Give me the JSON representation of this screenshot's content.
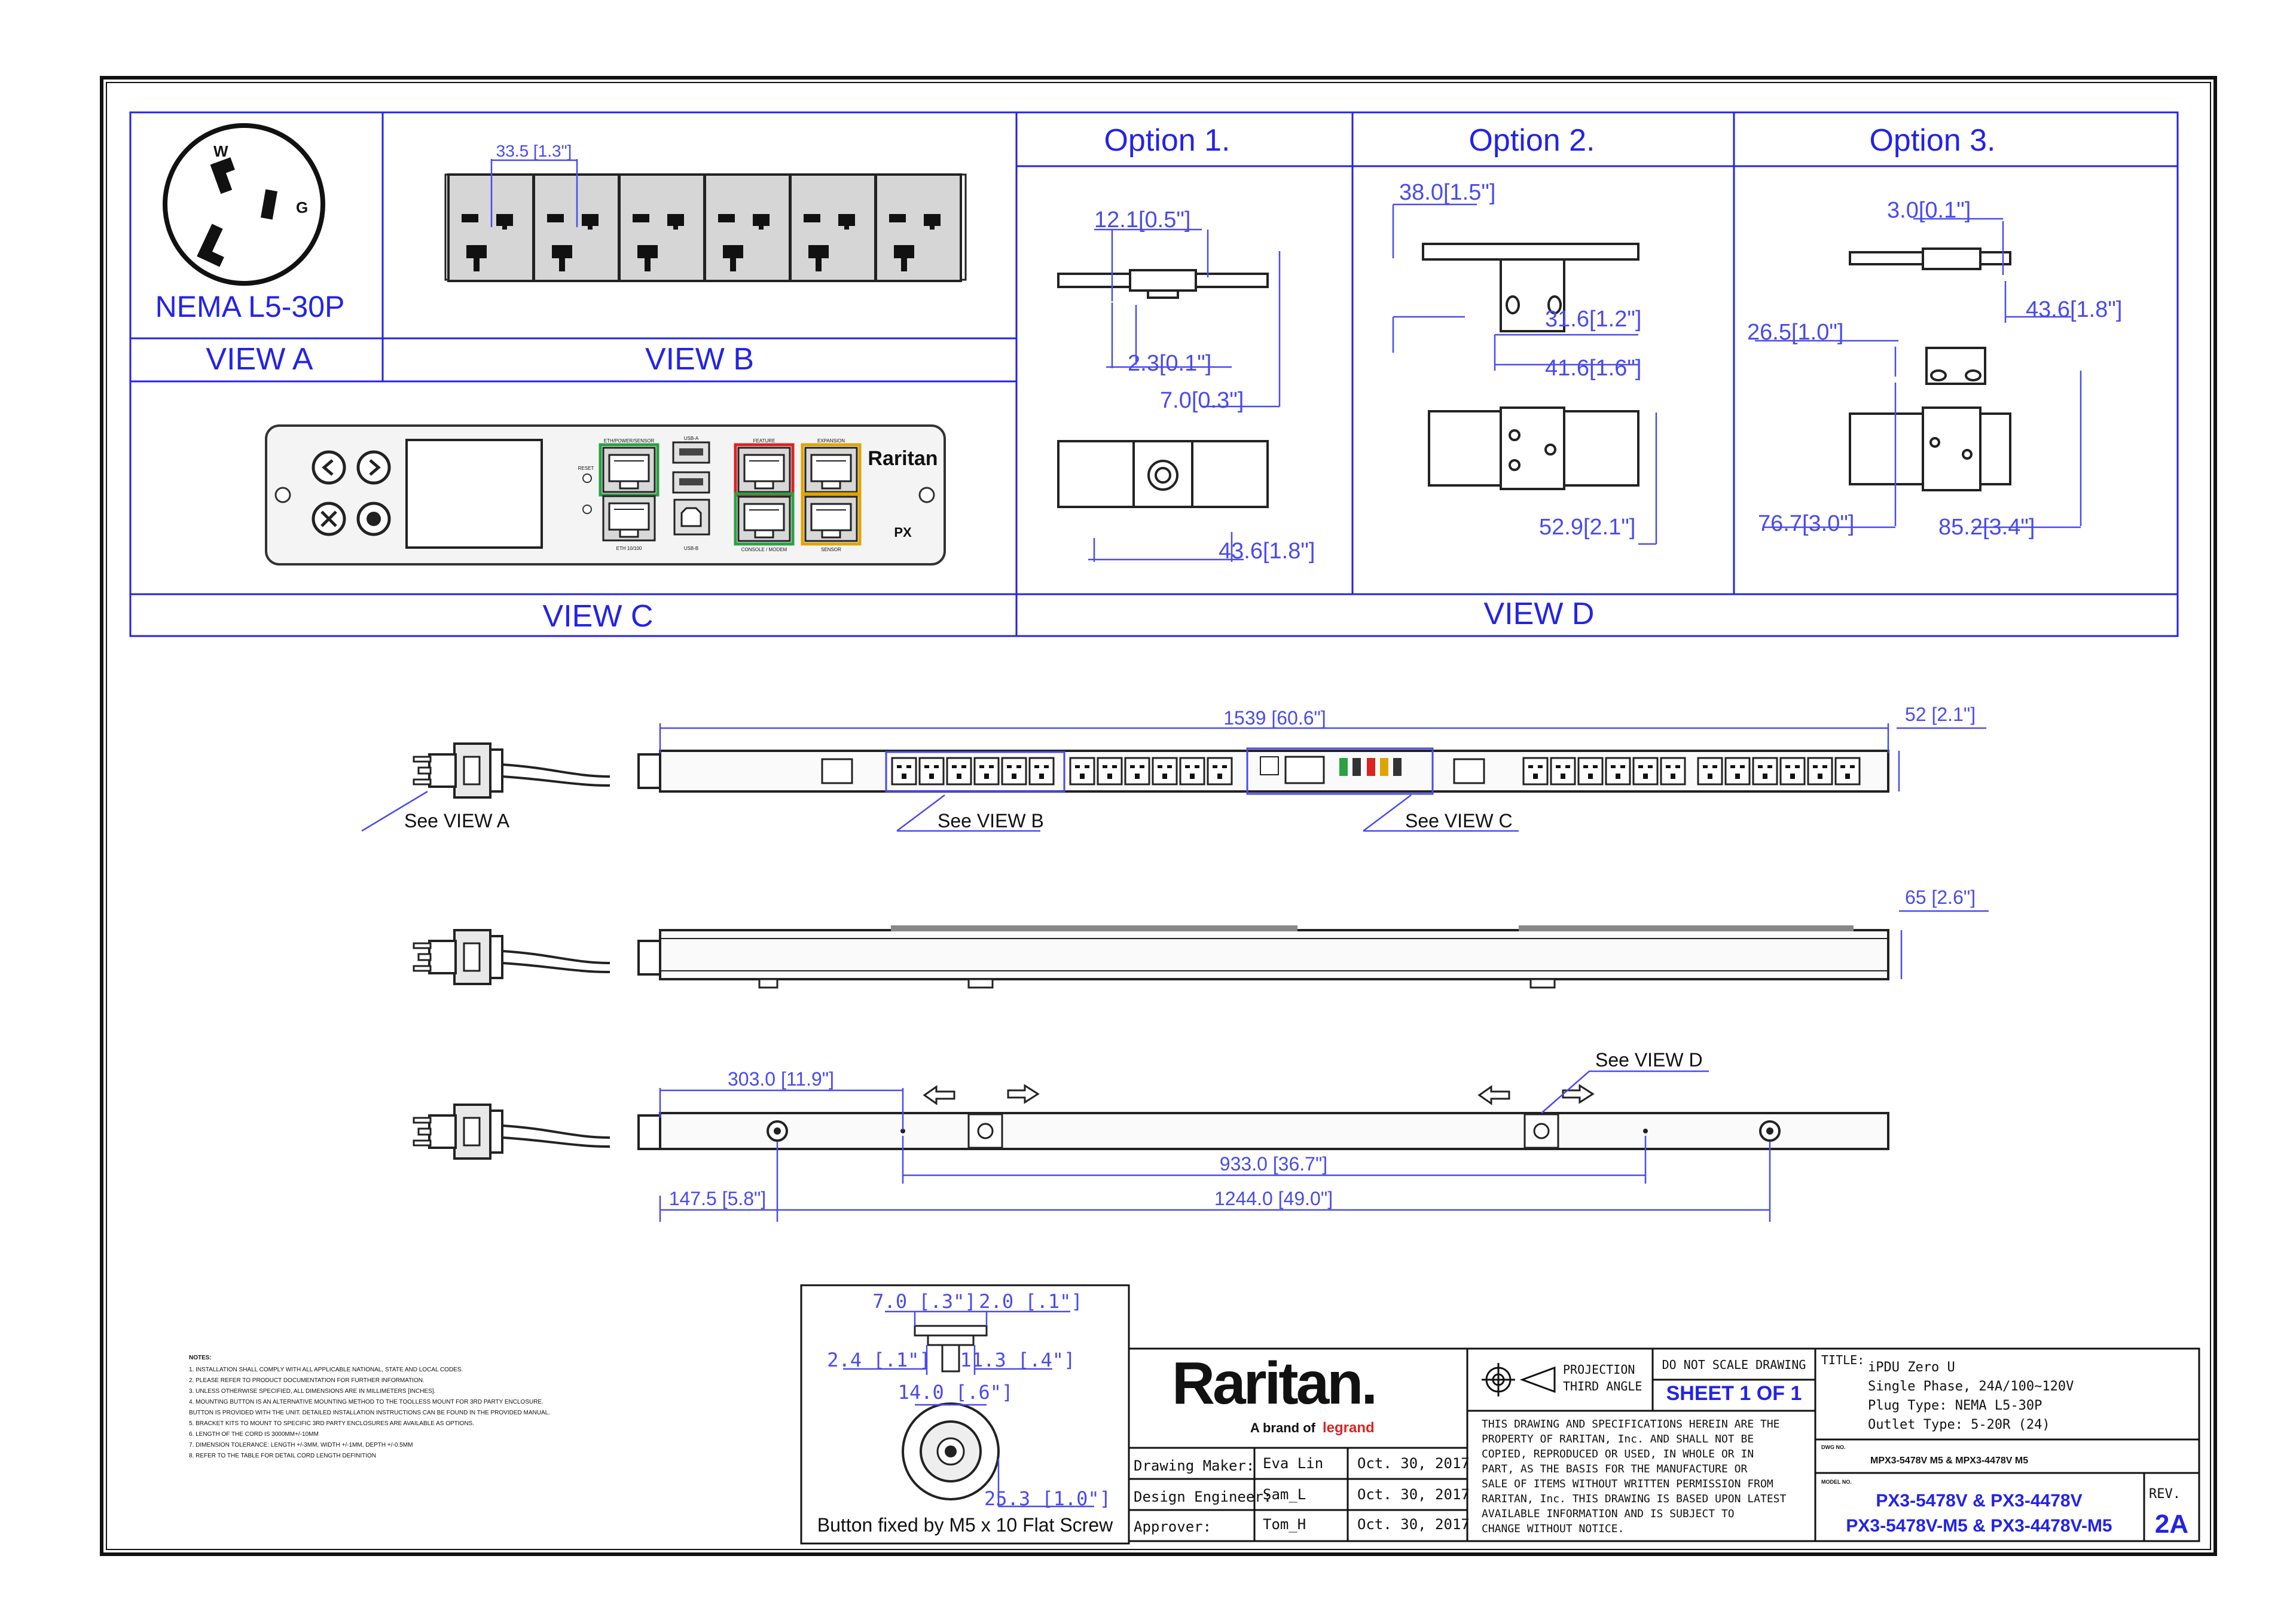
{
  "view_a": {
    "plug_name": "NEMA L5-30P",
    "pin_w": "W",
    "pin_g": "G",
    "label": "VIEW A"
  },
  "view_b": {
    "label": "VIEW B",
    "dim_pitch": "33.5 [1.3\"]"
  },
  "view_c": {
    "label": "VIEW C",
    "brand_text": "Raritan",
    "model_badge": "PX",
    "port_labels": [
      "ETH/POWER/SENSOR",
      "USB-A",
      "FEATURE",
      "EXPANSION",
      "RESET",
      "ETH 10/100",
      "USB-B",
      "CONSOLE / MODEM",
      "SENSOR"
    ]
  },
  "view_d": {
    "label": "VIEW D",
    "option1": {
      "title": "Option 1.",
      "dims": [
        "12.1[0.5\"]",
        "2.3[0.1\"]",
        "7.0[0.3\"]",
        "43.6[1.8\"]"
      ]
    },
    "option2": {
      "title": "Option  2.",
      "dims": [
        "38.0[1.5\"]",
        "31.6[1.2\"]",
        "41.6[1.6\"]",
        "52.9[2.1\"]"
      ]
    },
    "option3": {
      "title": "Option 3.",
      "dims": [
        "3.0[0.1\"]",
        "43.6[1.8\"]",
        "26.5[1.0\"]",
        "76.7[3.0\"]",
        "85.2[3.4\"]"
      ]
    }
  },
  "side_views": {
    "length": "1539  [60.6\"]",
    "width": "52  [2.1\"]",
    "depth": "65  [2.6\"]",
    "callout_a": "See VIEW A",
    "callout_b": "See VIEW B",
    "callout_c": "See VIEW C",
    "callout_d": "See VIEW D",
    "dim_303": "303.0  [11.9\"]",
    "dim_933": "933.0  [36.7\"]",
    "dim_1475": "147.5  [5.8\"]",
    "dim_1244": "1244.0  [49.0\"]"
  },
  "button_detail": {
    "dim_a": "7.0  [.3\"]",
    "dim_b": "2.0  [.1\"]",
    "dim_c": "2.4  [.1\"]",
    "dim_d": "11.3  [.4\"]",
    "dim_e": "14.0  [.6\"]",
    "dim_f": "25.3  [1.0\"]",
    "caption": "Button fixed by M5 x 10 Flat Screw"
  },
  "notes": {
    "heading": "NOTES:",
    "items": [
      "1. INSTALLATION SHALL COMPLY WITH ALL APPLICABLE NATIONAL, STATE AND LOCAL CODES.",
      "2. PLEASE REFER TO PRODUCT DOCUMENTATION FOR FURTHER INFORMATION.",
      "3. UNLESS OTHERWISE SPECIFIED, ALL DIMENSIONS ARE IN MILLIMETERS [INCHES].",
      "4. MOUNTING BUTTON IS AN ALTERNATIVE MOUNTING METHOD TO THE TOOLLESS MOUNT FOR 3RD PARTY ENCLOSURE.",
      "   BUTTON IS PROVIDED WITH THE UNIT. DETAILED INSTALLATION INSTRUCTIONS CAN BE FOUND IN THE PROVIDED MANUAL.",
      "5. BRACKET KITS TO MOUNT TO SPECIFIC 3RD PARTY ENCLOSURES ARE AVAILABLE AS OPTIONS.",
      "6. LENGTH OF THE CORD IS 3000MM+/-10MM",
      "7. DIMENSION TOLERANCE: LENGTH +/-3MM, WIDTH +/-1MM, DEPTH +/-0.5MM",
      "8. REFER TO THE TABLE FOR DETAIL CORD LENGTH DEFINITION"
    ]
  },
  "title_block": {
    "logo": "Raritan.",
    "tagline_prefix": "A brand of",
    "tagline_brand": "legrand",
    "drawing_maker_label": "Drawing Maker:",
    "drawing_maker": "Eva Lin",
    "drawing_maker_date": "Oct. 30, 2017",
    "design_engineer_label": "Design Engineer:",
    "design_engineer": "Sam_L",
    "design_engineer_date": "Oct. 30, 2017",
    "approver_label": "Approver:",
    "approver": "Tom_H",
    "approver_date": "Oct. 30, 2017",
    "projection_1": "PROJECTION",
    "projection_2": "THIRD ANGLE",
    "do_not_scale": "DO NOT SCALE DRAWING",
    "sheet": "SHEET 1 OF 1",
    "disclaimer": [
      "THIS DRAWING AND SPECIFICATIONS HEREIN ARE THE",
      "PROPERTY OF RARITAN, Inc. AND SHALL NOT BE",
      "COPIED, REPRODUCED OR USED, IN WHOLE OR IN",
      "PART, AS THE BASIS FOR THE MANUFACTURE OR",
      "SALE OF ITEMS WITHOUT WRITTEN PERMISSION FROM",
      "RARITAN, Inc. THIS DRAWING IS BASED UPON LATEST",
      "AVAILABLE INFORMATION AND IS SUBJECT TO",
      "CHANGE WITHOUT NOTICE."
    ],
    "title_label": "TITLE:",
    "title_lines": [
      "iPDU Zero U",
      "Single Phase, 24A/100~120V",
      "Plug Type: NEMA L5-30P",
      "Outlet Type: 5-20R (24)"
    ],
    "dwg_label": "DWG NO.",
    "dwg_no": "MPX3-5478V M5 & MPX3-4478V M5",
    "model_label": "MODEL NO.",
    "model_line1": "PX3-5478V & PX3-4478V",
    "model_line2": "PX3-5478V-M5 & PX3-4478V-M5",
    "rev_label": "REV.",
    "rev": "2A"
  }
}
